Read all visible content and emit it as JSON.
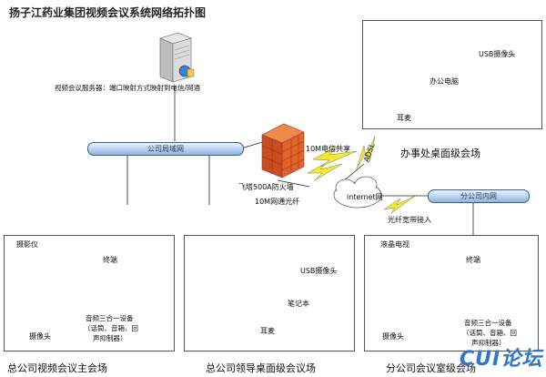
{
  "title": "扬子江药业集团视频会议系统网络拓扑图",
  "server_label": "视频会议服务器：端口映射方式映射到电信/网通",
  "lan_label": "公司局域网",
  "branch_net_label": "分公司内网",
  "firewall_label": "飞塔500A防火墙",
  "fiber_label": "10M网通光纤",
  "telecom_label": "10M电信共享",
  "adsl_label": "ADSL",
  "internet_label": "internet网",
  "fiber_access_label": "光纤宽带接入",
  "office": {
    "usb_camera": "USB摄像头",
    "pc": "办公电脑",
    "headset": "耳麦",
    "caption": "办事处桌面级会场"
  },
  "main_room": {
    "projector": "摄影仪",
    "terminal": "终端",
    "camera": "摄像头",
    "audio": "音频三合一设备",
    "audio_detail_1": "（话筒、音箱、回",
    "audio_detail_2": "声抑制器）",
    "caption": "总公司视频会议主会场"
  },
  "leader_room": {
    "usb_camera": "USB摄像头",
    "laptop": "笔记本",
    "headset": "耳麦",
    "caption": "总公司领导桌面级会议场"
  },
  "branch_room": {
    "tv": "液晶电视",
    "terminal": "终端",
    "camera": "摄像头",
    "audio": "音频三合一设备",
    "audio_detail_1": "（话筒、音箱、回",
    "audio_detail_2": "声抑制器）",
    "caption": "分公司会议室级会场"
  },
  "watermark": "CUI论坛",
  "colors": {
    "bus": "#9fc2e6",
    "firewall": "#e0642a",
    "lightning": "#f4ea2a"
  }
}
